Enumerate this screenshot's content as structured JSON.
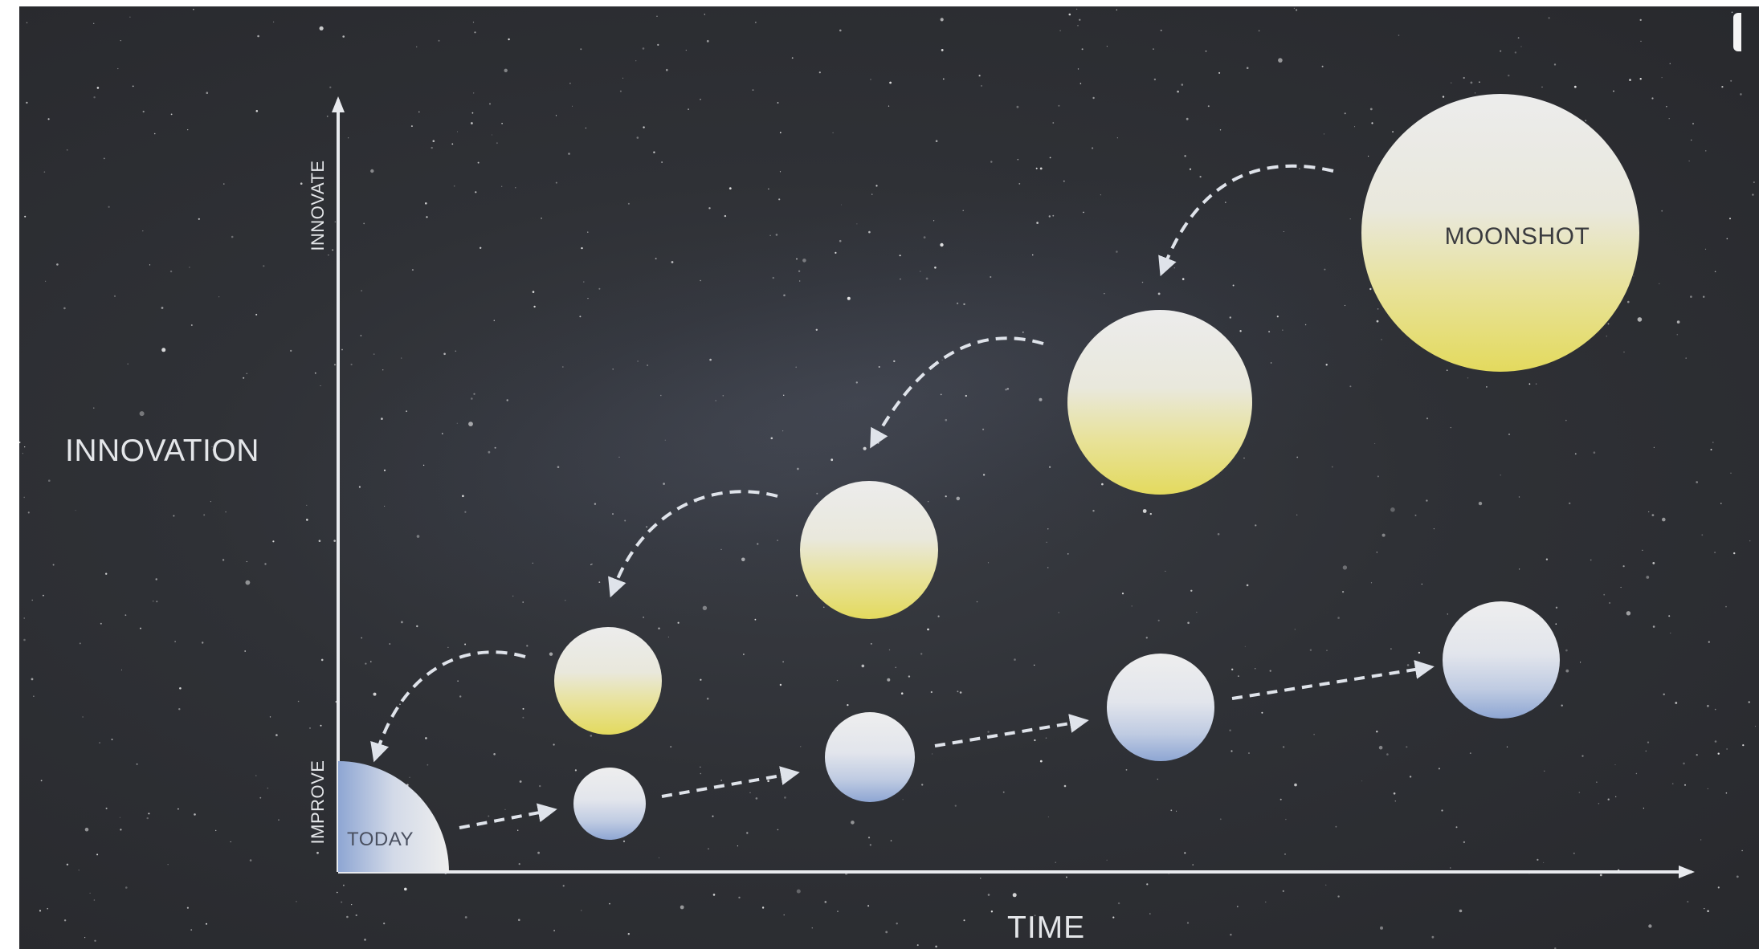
{
  "labels": {
    "y_axis_title": "INNOVATION",
    "y_axis_top": "INNOVATE",
    "y_axis_bottom": "IMPROVE",
    "x_axis_title": "TIME",
    "start_label": "TODAY",
    "goal_label": "MOONSHOT"
  },
  "colors": {
    "background": "#2f3136",
    "axis": "#e8eaee",
    "moon_yellow": "#e6df74",
    "moon_light": "#ececec",
    "planet_blue": "#8fa7d4",
    "arrow": "#dfe3ea"
  }
}
